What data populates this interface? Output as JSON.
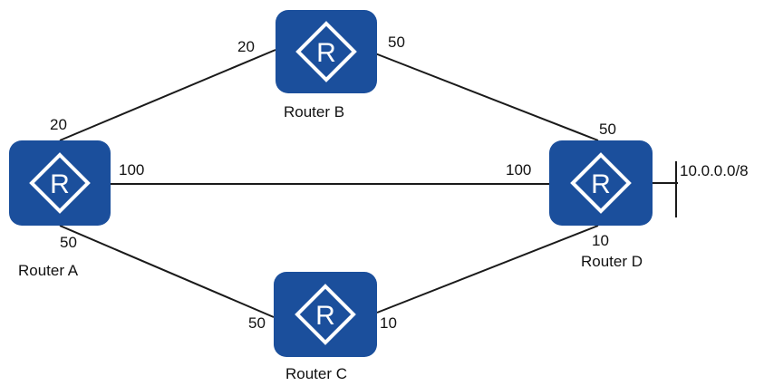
{
  "routers": {
    "a": {
      "name": "Router A",
      "symbol": "R"
    },
    "b": {
      "name": "Router B",
      "symbol": "R"
    },
    "c": {
      "name": "Router C",
      "symbol": "R"
    },
    "d": {
      "name": "Router D",
      "symbol": "R"
    }
  },
  "links": {
    "a_b": {
      "cost_a": "20",
      "cost_b": "20"
    },
    "b_d": {
      "cost_b": "50",
      "cost_d": "50"
    },
    "a_d": {
      "cost_a": "100",
      "cost_d": "100"
    },
    "a_c": {
      "cost_a": "50",
      "cost_c": "50"
    },
    "c_d": {
      "cost_c": "10",
      "cost_d": "10"
    }
  },
  "network": {
    "prefix": "10.0.0.0/8"
  },
  "colors": {
    "router_fill": "#1b4f9c",
    "router_symbol": "#ffffff",
    "link": "#1a1a1a"
  }
}
